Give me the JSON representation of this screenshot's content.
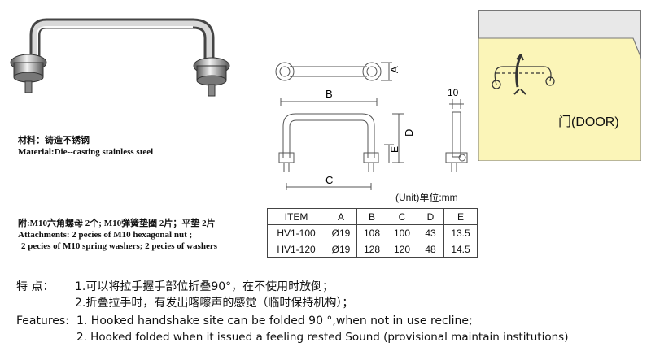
{
  "material": {
    "cn": "材料：铸造不锈钢",
    "en": "Material:Die--casting stainless steel"
  },
  "attachments": {
    "cn": "附:M10六角螺母 2个; M10弹簧垫圈 2片；平垫 2片",
    "en_line1": "Attachments: 2 pecies of M10 hexagonal nut ;",
    "en_line2": "2 pecies of M10 spring washers; 2 pecies of washers"
  },
  "drawing_labels": {
    "a": "A",
    "b": "B",
    "c": "C",
    "d": "D",
    "e": "E",
    "ten": "10"
  },
  "door_label": "门(DOOR)",
  "unit_note": "(Unit)单位:mm",
  "table": {
    "headers": [
      "ITEM",
      "A",
      "B",
      "C",
      "D",
      "E"
    ],
    "rows": [
      [
        "HV1-100",
        "Ø19",
        "108",
        "100",
        "43",
        "13.5"
      ],
      [
        "HV1-120",
        "Ø19",
        "128",
        "120",
        "48",
        "14.5"
      ]
    ]
  },
  "features": {
    "cn_label": "特    点：",
    "cn_1": "1.可以将拉手握手部位折叠90°，在不使用时放倒；",
    "cn_2": "2.折叠拉手时，有发出喀嚓声的感觉（临时保持机构）；",
    "en_label": "Features:",
    "en_1": "1. Hooked handshake site can be folded 90 °,when not in use recline;",
    "en_2": "2. Hooked folded when it issued a feeling rested Sound   (provisional maintain institutions)"
  },
  "colors": {
    "door_panel": "#fbf5b8",
    "door_frame": "#cfcfcf"
  }
}
